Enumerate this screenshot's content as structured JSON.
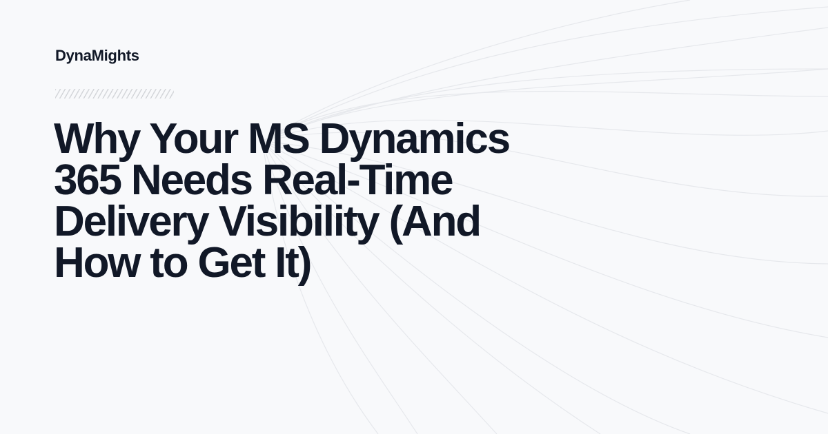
{
  "brand": {
    "name": "DynaMights"
  },
  "title": {
    "lines": [
      "Why Your MS Dynamics",
      "365 Needs Real-Time",
      "Delivery Visibility (And",
      "How to Get It)"
    ],
    "full": "Why Your MS Dynamics 365 Needs Real-Time Delivery Visibility (And How to Get It)"
  },
  "colors": {
    "background": "#f8f9fb",
    "text": "#111827",
    "lines": "#e6e8ec",
    "hatch": "#d4d6da"
  }
}
